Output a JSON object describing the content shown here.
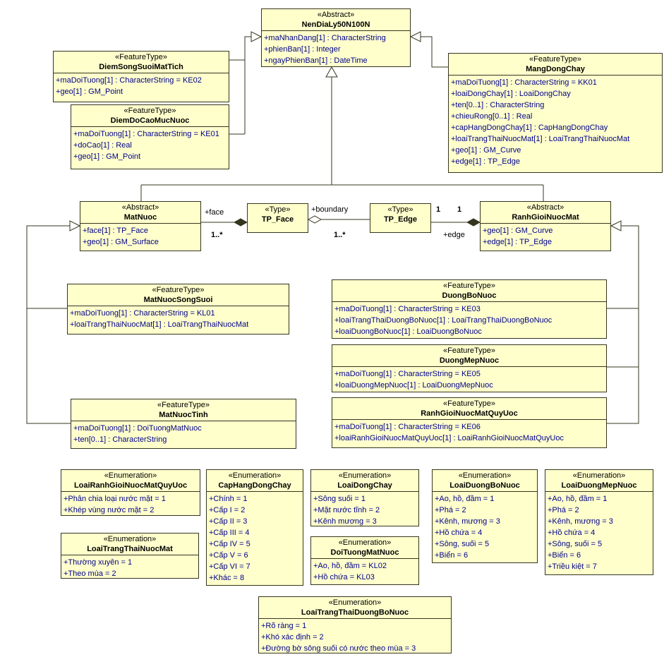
{
  "diagram": {
    "type": "uml-class-diagram",
    "background": "#ffffff",
    "box_fill": "#FFFFCC",
    "box_border": "#35351f",
    "attr_color": "#00008B",
    "name_color": "#000000"
  },
  "labels": {
    "face_role": "+face",
    "face_mult": "1..*",
    "boundary_role": "+boundary",
    "boundary_mult": "1..*",
    "edge_mult_left": "1",
    "edge_mult_right": "1",
    "edge_role": "+edge"
  },
  "classes": [
    {
      "stereotype": "«Abstract»",
      "name": "NenDiaLy50N100N",
      "attributes": [
        "+maNhanDang[1] : CharacterString",
        "+phienBan[1] : Integer",
        "+ngayPhienBan[1] : DateTime"
      ]
    },
    {
      "stereotype": "«FeatureType»",
      "name": "DiemSongSuoiMatTich",
      "attributes": [
        "+maDoiTuong[1] : CharacterString = KE02",
        "+geo[1] : GM_Point"
      ]
    },
    {
      "stereotype": "«FeatureType»",
      "name": "DiemDoCaoMucNuoc",
      "attributes": [
        "+maDoiTuong[1] : CharacterString = KE01",
        "+doCao[1] : Real",
        "+geo[1] : GM_Point"
      ]
    },
    {
      "stereotype": "«FeatureType»",
      "name": "MangDongChay",
      "attributes": [
        "+maDoiTuong[1] : CharacterString = KK01",
        "+loaiDongChay[1] : LoaiDongChay",
        "+ten[0..1] : CharacterString",
        "+chieuRong[0..1] : Real",
        "+capHangDongChay[1] : CapHangDongChay",
        "+loaiTrangThaiNuocMat[1] : LoaiTrangThaiNuocMat",
        "+geo[1] : GM_Curve",
        "+edge[1] : TP_Edge"
      ]
    },
    {
      "stereotype": "«Abstract»",
      "name": "MatNuoc",
      "attributes": [
        "+face[1] : TP_Face",
        "+geo[1] : GM_Surface"
      ]
    },
    {
      "stereotype": "«Type»",
      "name": "TP_Face",
      "attributes": []
    },
    {
      "stereotype": "«Type»",
      "name": "TP_Edge",
      "attributes": []
    },
    {
      "stereotype": "«Abstract»",
      "name": "RanhGioiNuocMat",
      "attributes": [
        "+geo[1] : GM_Curve",
        "+edge[1] : TP_Edge"
      ]
    },
    {
      "stereotype": "«FeatureType»",
      "name": "MatNuocSongSuoi",
      "attributes": [
        "+maDoiTuong[1] : CharacterString = KL01",
        "+loaiTrangThaiNuocMat[1] : LoaiTrangThaiNuocMat"
      ]
    },
    {
      "stereotype": "«FeatureType»",
      "name": "DuongBoNuoc",
      "attributes": [
        "+maDoiTuong[1] : CharacterString = KE03",
        "+loaiTrangThaiDuongBoNuoc[1] : LoaiTrangThaiDuongBoNuoc",
        "+loaiDuongBoNuoc[1] : LoaiDuongBoNuoc"
      ]
    },
    {
      "stereotype": "«FeatureType»",
      "name": "DuongMepNuoc",
      "attributes": [
        "+maDoiTuong[1] : CharacterString = KE05",
        "+loaiDuongMepNuoc[1] : LoaiDuongMepNuoc"
      ]
    },
    {
      "stereotype": "«FeatureType»",
      "name": "MatNuocTinh",
      "attributes": [
        "+maDoiTuong[1] : DoiTuongMatNuoc",
        "+ten[0..1] : CharacterString"
      ]
    },
    {
      "stereotype": "«FeatureType»",
      "name": "RanhGioiNuocMatQuyUoc",
      "attributes": [
        "+maDoiTuong[1] : CharacterString = KE06",
        "+loaiRanhGioiNuocMatQuyUoc[1] : LoaiRanhGioiNuocMatQuyUoc"
      ]
    },
    {
      "stereotype": "«Enumeration»",
      "name": "LoaiRanhGioiNuocMatQuyUoc",
      "attributes": [
        "+Phân chia loại nước mặt = 1",
        "+Khép vùng nước mặt = 2"
      ]
    },
    {
      "stereotype": "«Enumeration»",
      "name": "CapHangDongChay",
      "attributes": [
        "+Chính = 1",
        "+Cấp I = 2",
        "+Cấp II = 3",
        "+Cấp III = 4",
        "+Cấp IV = 5",
        "+Cấp V = 6",
        "+Cấp VI = 7",
        "+Khác = 8"
      ]
    },
    {
      "stereotype": "«Enumeration»",
      "name": "LoaiDongChay",
      "attributes": [
        "+Sông suối = 1",
        "+Mặt nước tĩnh = 2",
        "+Kênh mương = 3"
      ]
    },
    {
      "stereotype": "«Enumeration»",
      "name": "LoaiDuongBoNuoc",
      "attributes": [
        "+Ao, hồ, đầm = 1",
        "+Phá = 2",
        "+Kênh, mương = 3",
        "+Hồ chứa = 4",
        "+Sông, suối = 5",
        "+Biển = 6"
      ]
    },
    {
      "stereotype": "«Enumeration»",
      "name": "LoaiDuongMepNuoc",
      "attributes": [
        "+Ao, hồ, đầm = 1",
        "+Phá = 2",
        "+Kênh, mương = 3",
        "+Hồ chứa = 4",
        "+Sông, suối = 5",
        "+Biển = 6",
        "+Triều kiệt = 7"
      ]
    },
    {
      "stereotype": "«Enumeration»",
      "name": "LoaiTrangThaiNuocMat",
      "attributes": [
        "+Thường xuyên = 1",
        "+Theo mùa = 2"
      ]
    },
    {
      "stereotype": "«Enumeration»",
      "name": "DoiTuongMatNuoc",
      "attributes": [
        "+Ao, hồ, đầm = KL02",
        "+Hồ chứa = KL03"
      ]
    },
    {
      "stereotype": "«Enumeration»",
      "name": "LoaiTrangThaiDuongBoNuoc",
      "attributes": [
        "+Rõ ràng = 1",
        "+Khó xác định = 2",
        "+Đường bờ sông suối có nước theo mùa = 3"
      ]
    }
  ],
  "relationships": [
    {
      "from": "DiemSongSuoiMatTich",
      "to": "NenDiaLy50N100N",
      "type": "generalization"
    },
    {
      "from": "DiemDoCaoMucNuoc",
      "to": "NenDiaLy50N100N",
      "type": "generalization"
    },
    {
      "from": "MangDongChay",
      "to": "NenDiaLy50N100N",
      "type": "generalization"
    },
    {
      "from": "MatNuoc",
      "to": "NenDiaLy50N100N",
      "type": "generalization"
    },
    {
      "from": "RanhGioiNuocMat",
      "to": "NenDiaLy50N100N",
      "type": "generalization"
    },
    {
      "from": "MatNuocSongSuoi",
      "to": "MatNuoc",
      "type": "generalization"
    },
    {
      "from": "MatNuocTinh",
      "to": "MatNuoc",
      "type": "generalization"
    },
    {
      "from": "DuongBoNuoc",
      "to": "RanhGioiNuocMat",
      "type": "generalization"
    },
    {
      "from": "DuongMepNuoc",
      "to": "RanhGioiNuocMat",
      "type": "generalization"
    },
    {
      "from": "RanhGioiNuocMatQuyUoc",
      "to": "RanhGioiNuocMat",
      "type": "generalization"
    },
    {
      "from": "MatNuoc",
      "to": "TP_Face",
      "type": "composition",
      "role": "+face",
      "multiplicity": "1..*"
    },
    {
      "from": "TP_Face",
      "to": "TP_Edge",
      "type": "aggregation",
      "role": "+boundary",
      "multiplicity": "1..*"
    },
    {
      "from": "RanhGioiNuocMat",
      "to": "TP_Edge",
      "type": "composition",
      "role": "+edge",
      "multiplicity": "1 1"
    }
  ]
}
